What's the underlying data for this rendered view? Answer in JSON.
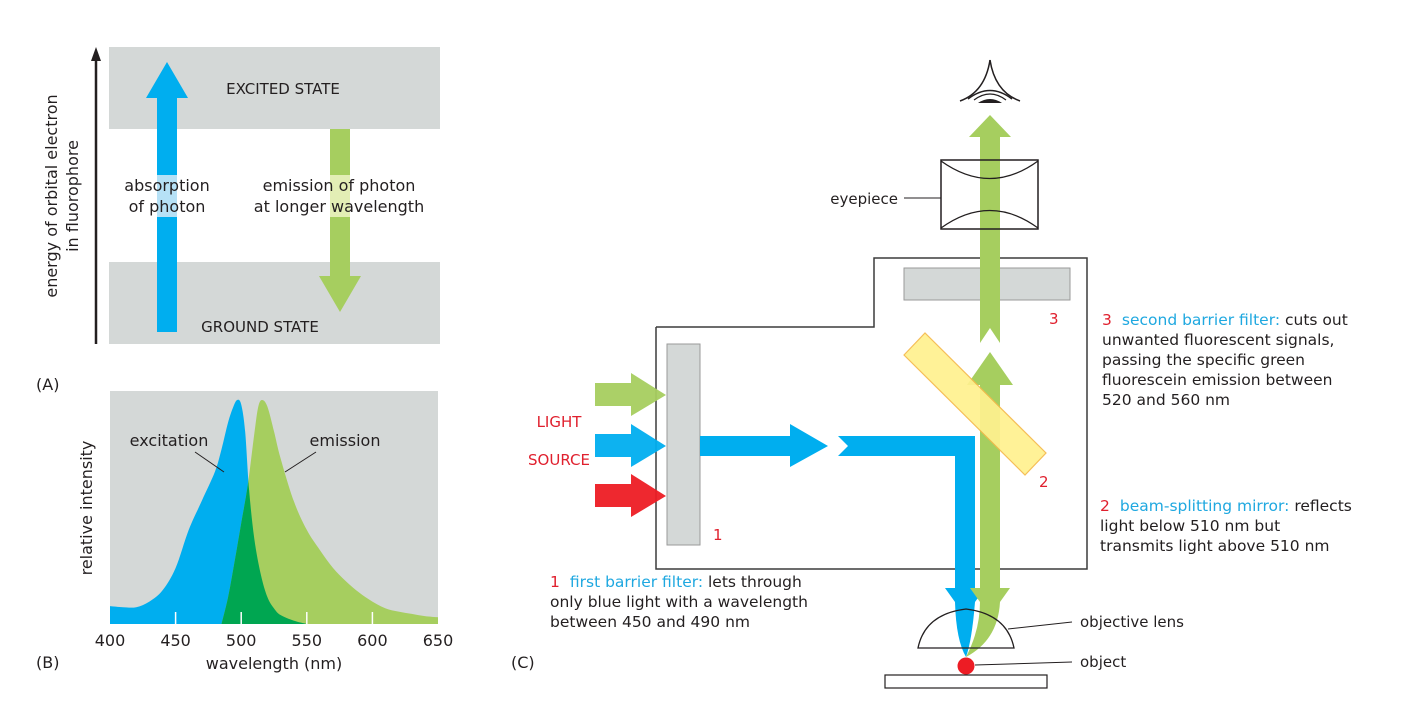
{
  "panels": {
    "a": {
      "tag": "(A)",
      "yaxis_label_line1": "energy of orbital electron",
      "yaxis_label_line2": "in fluorophore",
      "excited_state": "EXCITED STATE",
      "ground_state": "GROUND STATE",
      "absorption_line1": "absorption",
      "absorption_line2": "of photon",
      "emission_line1": "emission of photon",
      "emission_line2": "at longer wavelength"
    },
    "b": {
      "tag": "(B)"
    },
    "c": {
      "tag": "(C)",
      "light_source_line1": "LIGHT",
      "light_source_line2": "SOURCE",
      "eyepiece": "eyepiece",
      "objective_lens": "objective lens",
      "object": "object",
      "filter1_marker": "1",
      "mirror_marker": "2",
      "filter3_marker": "3",
      "captions": [
        {
          "num": "1",
          "term": "first barrier filter:",
          "text_line1": "lets through",
          "text_line2": "only blue light with a wavelength",
          "text_line3": "between 450 and 490 nm"
        },
        {
          "num": "2",
          "term": "beam-splitting mirror:",
          "text_line1": "reflects",
          "text_line2": "light below 510 nm but",
          "text_line3": "transmits light above 510 nm"
        },
        {
          "num": "3",
          "term": "second barrier filter:",
          "text_line1": "cuts out",
          "text_line2": "unwanted fluorescent signals,",
          "text_line3": "passing the specific green",
          "text_line4": "fluorescein emission between",
          "text_line5": "520 and 560 nm"
        }
      ]
    }
  },
  "colors": {
    "blue_light": "#00aeef",
    "green_light": "#a6ce5f",
    "overlap_green": "#00a651",
    "red_light": "#ed1c24",
    "filter_gray": "#d4d8d7",
    "mirror_yellow": "#fff18f",
    "mirror_edge": "#f5b94a",
    "state_band": "#d4d8d7",
    "marker_red": "#e0202e",
    "term_blue": "#1fa8e0"
  },
  "chart_data": {
    "type": "area",
    "title": "",
    "xlabel": "wavelength (nm)",
    "ylabel": "relative intensity",
    "xlim": [
      400,
      650
    ],
    "ylim": [
      0,
      1
    ],
    "xticks": [
      400,
      450,
      500,
      550,
      600,
      650
    ],
    "grid": false,
    "annotations": [
      "excitation",
      "emission"
    ],
    "series": [
      {
        "name": "excitation",
        "x": [
          400,
          410,
          420,
          430,
          440,
          450,
          460,
          470,
          480,
          485,
          490,
          494,
          497,
          500,
          503,
          506,
          510,
          515,
          520,
          525,
          530,
          540,
          550
        ],
        "y": [
          0.08,
          0.075,
          0.075,
          0.1,
          0.15,
          0.25,
          0.42,
          0.55,
          0.68,
          0.78,
          0.9,
          0.97,
          1.0,
          0.98,
          0.86,
          0.6,
          0.38,
          0.22,
          0.12,
          0.07,
          0.04,
          0.015,
          0.0
        ]
      },
      {
        "name": "emission",
        "x": [
          485,
          490,
          495,
          500,
          505,
          510,
          513,
          516,
          520,
          525,
          530,
          540,
          550,
          560,
          570,
          580,
          590,
          600,
          610,
          620,
          630,
          640,
          650
        ],
        "y": [
          0.0,
          0.12,
          0.28,
          0.45,
          0.62,
          0.85,
          0.97,
          1.0,
          0.97,
          0.86,
          0.74,
          0.55,
          0.42,
          0.33,
          0.25,
          0.19,
          0.14,
          0.1,
          0.07,
          0.055,
          0.045,
          0.035,
          0.03
        ]
      }
    ]
  }
}
